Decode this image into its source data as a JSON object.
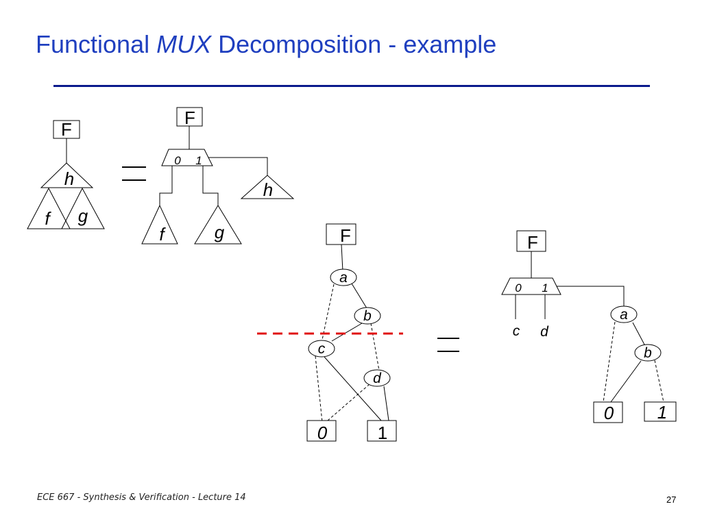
{
  "slide": {
    "title_part1": "Functional ",
    "title_part2": "MUX",
    "title_part3": " Decomposition - example",
    "footer": "ECE 667 - Synthesis & Verification - Lecture 14",
    "page_number": "27"
  },
  "colors": {
    "title": "#1f3fbf",
    "rule": "#0a1a8c",
    "cut_line": "#e01010"
  },
  "diagram1": {
    "output": "F",
    "top_block": "h",
    "left_block": "f",
    "right_block": "g"
  },
  "diagram2": {
    "output": "F",
    "mux_in0": "0",
    "mux_in1": "1",
    "select_block": "h",
    "in0_block": "f",
    "in1_block": "g"
  },
  "equals": "=",
  "bdd": {
    "output": "F",
    "nodes": [
      "a",
      "b",
      "c",
      "d"
    ],
    "terminal0": "0",
    "terminal1": "1"
  },
  "diagram4": {
    "output": "F",
    "mux_in0": "0",
    "mux_in1": "1",
    "input0": "c",
    "input1": "d",
    "nodes": [
      "a",
      "b"
    ],
    "terminal0": "0",
    "terminal1": "1"
  }
}
